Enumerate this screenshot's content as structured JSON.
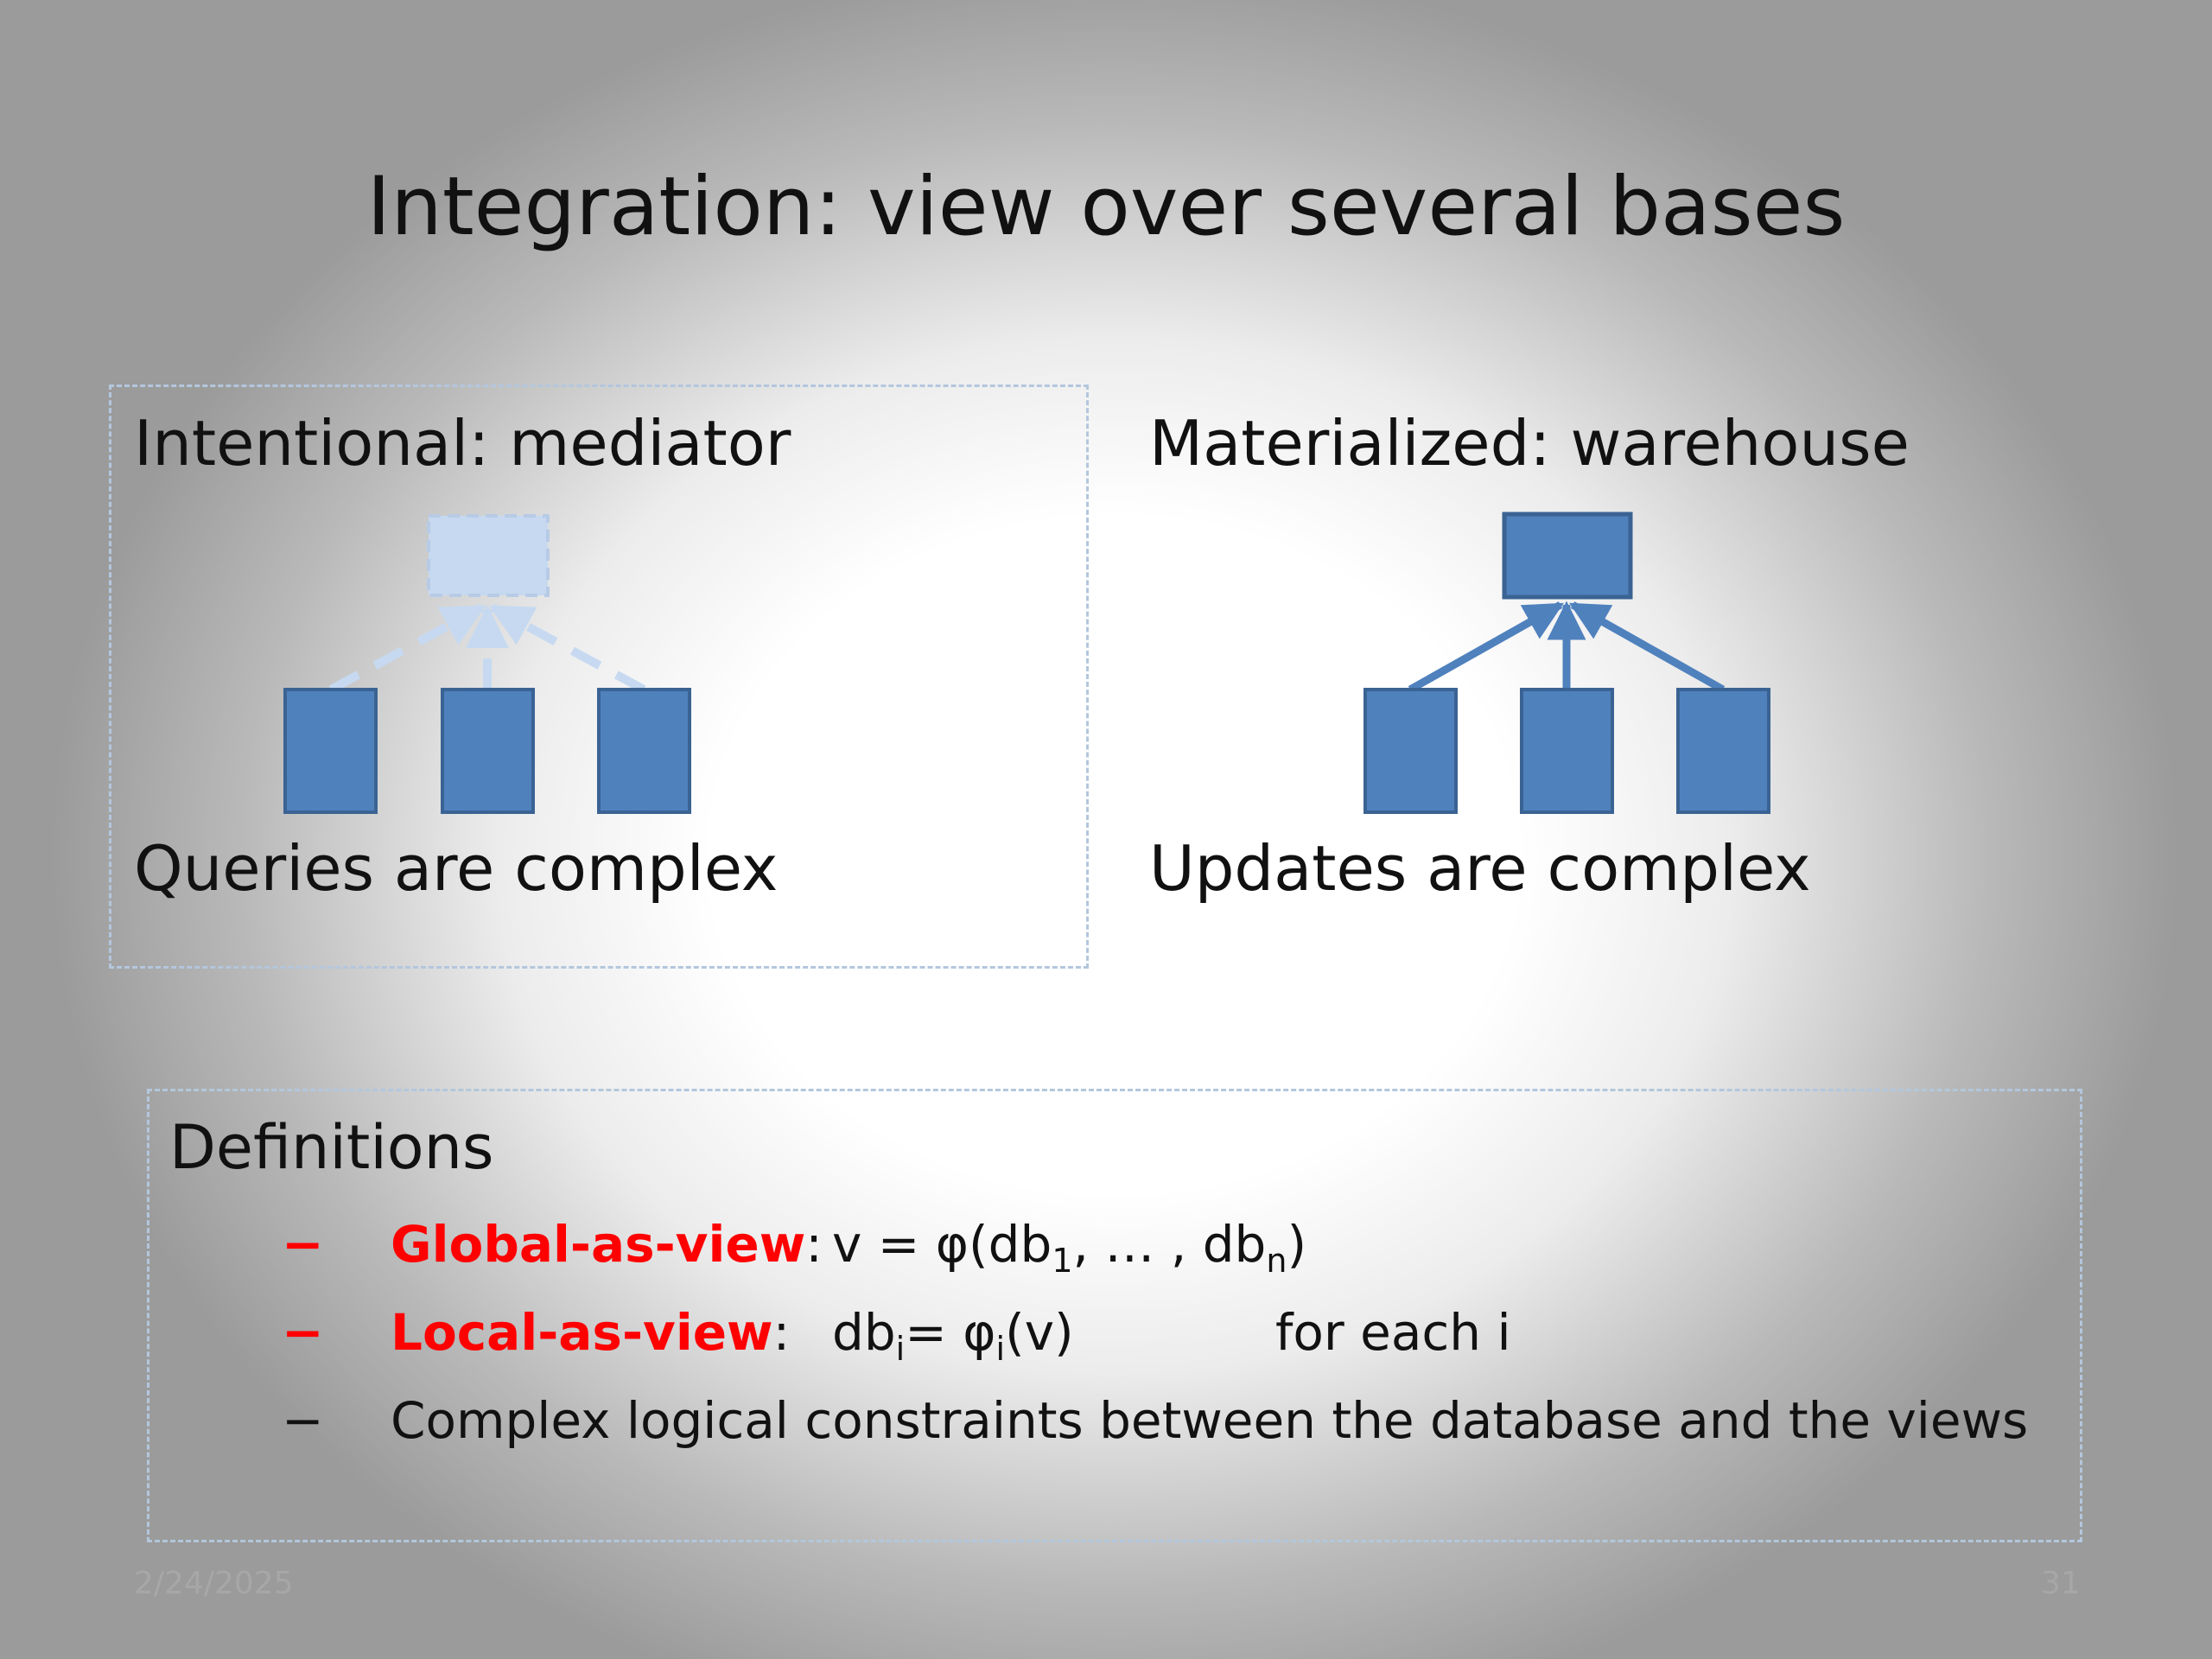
{
  "title": "Integration: view over several bases",
  "left_panel": {
    "heading": "Intentional: mediator",
    "caption": "Queries are complex"
  },
  "right_panel": {
    "heading": "Materialized: warehouse",
    "caption": "Updates are complex"
  },
  "definitions": {
    "title": "Definitions",
    "items": [
      {
        "bullet": "−",
        "term": "Global-as-view",
        "colon": ":",
        "formula_main": "v = φ(db",
        "sub1": "1",
        "formula_mid": ", … , db",
        "sub2": "n",
        "formula_end": ")"
      },
      {
        "bullet": "−",
        "term": "Local-as-view",
        "colon": ":",
        "formula_main": "db",
        "sub1": "i",
        "formula_mid": "= φ",
        "sub2": "i",
        "formula_end": "(v)",
        "suffix": "for each i"
      },
      {
        "bullet": "−",
        "text": "Complex logical constraints between the database and the views"
      }
    ]
  },
  "footer": {
    "date": "2/24/2025",
    "page": "31"
  },
  "colors": {
    "box_fill": "#4f81bd",
    "box_stroke": "#3a6393",
    "faded_fill": "#c6d9f1",
    "faded_stroke": "#b7cbe6",
    "term_red": "#ff0000"
  }
}
